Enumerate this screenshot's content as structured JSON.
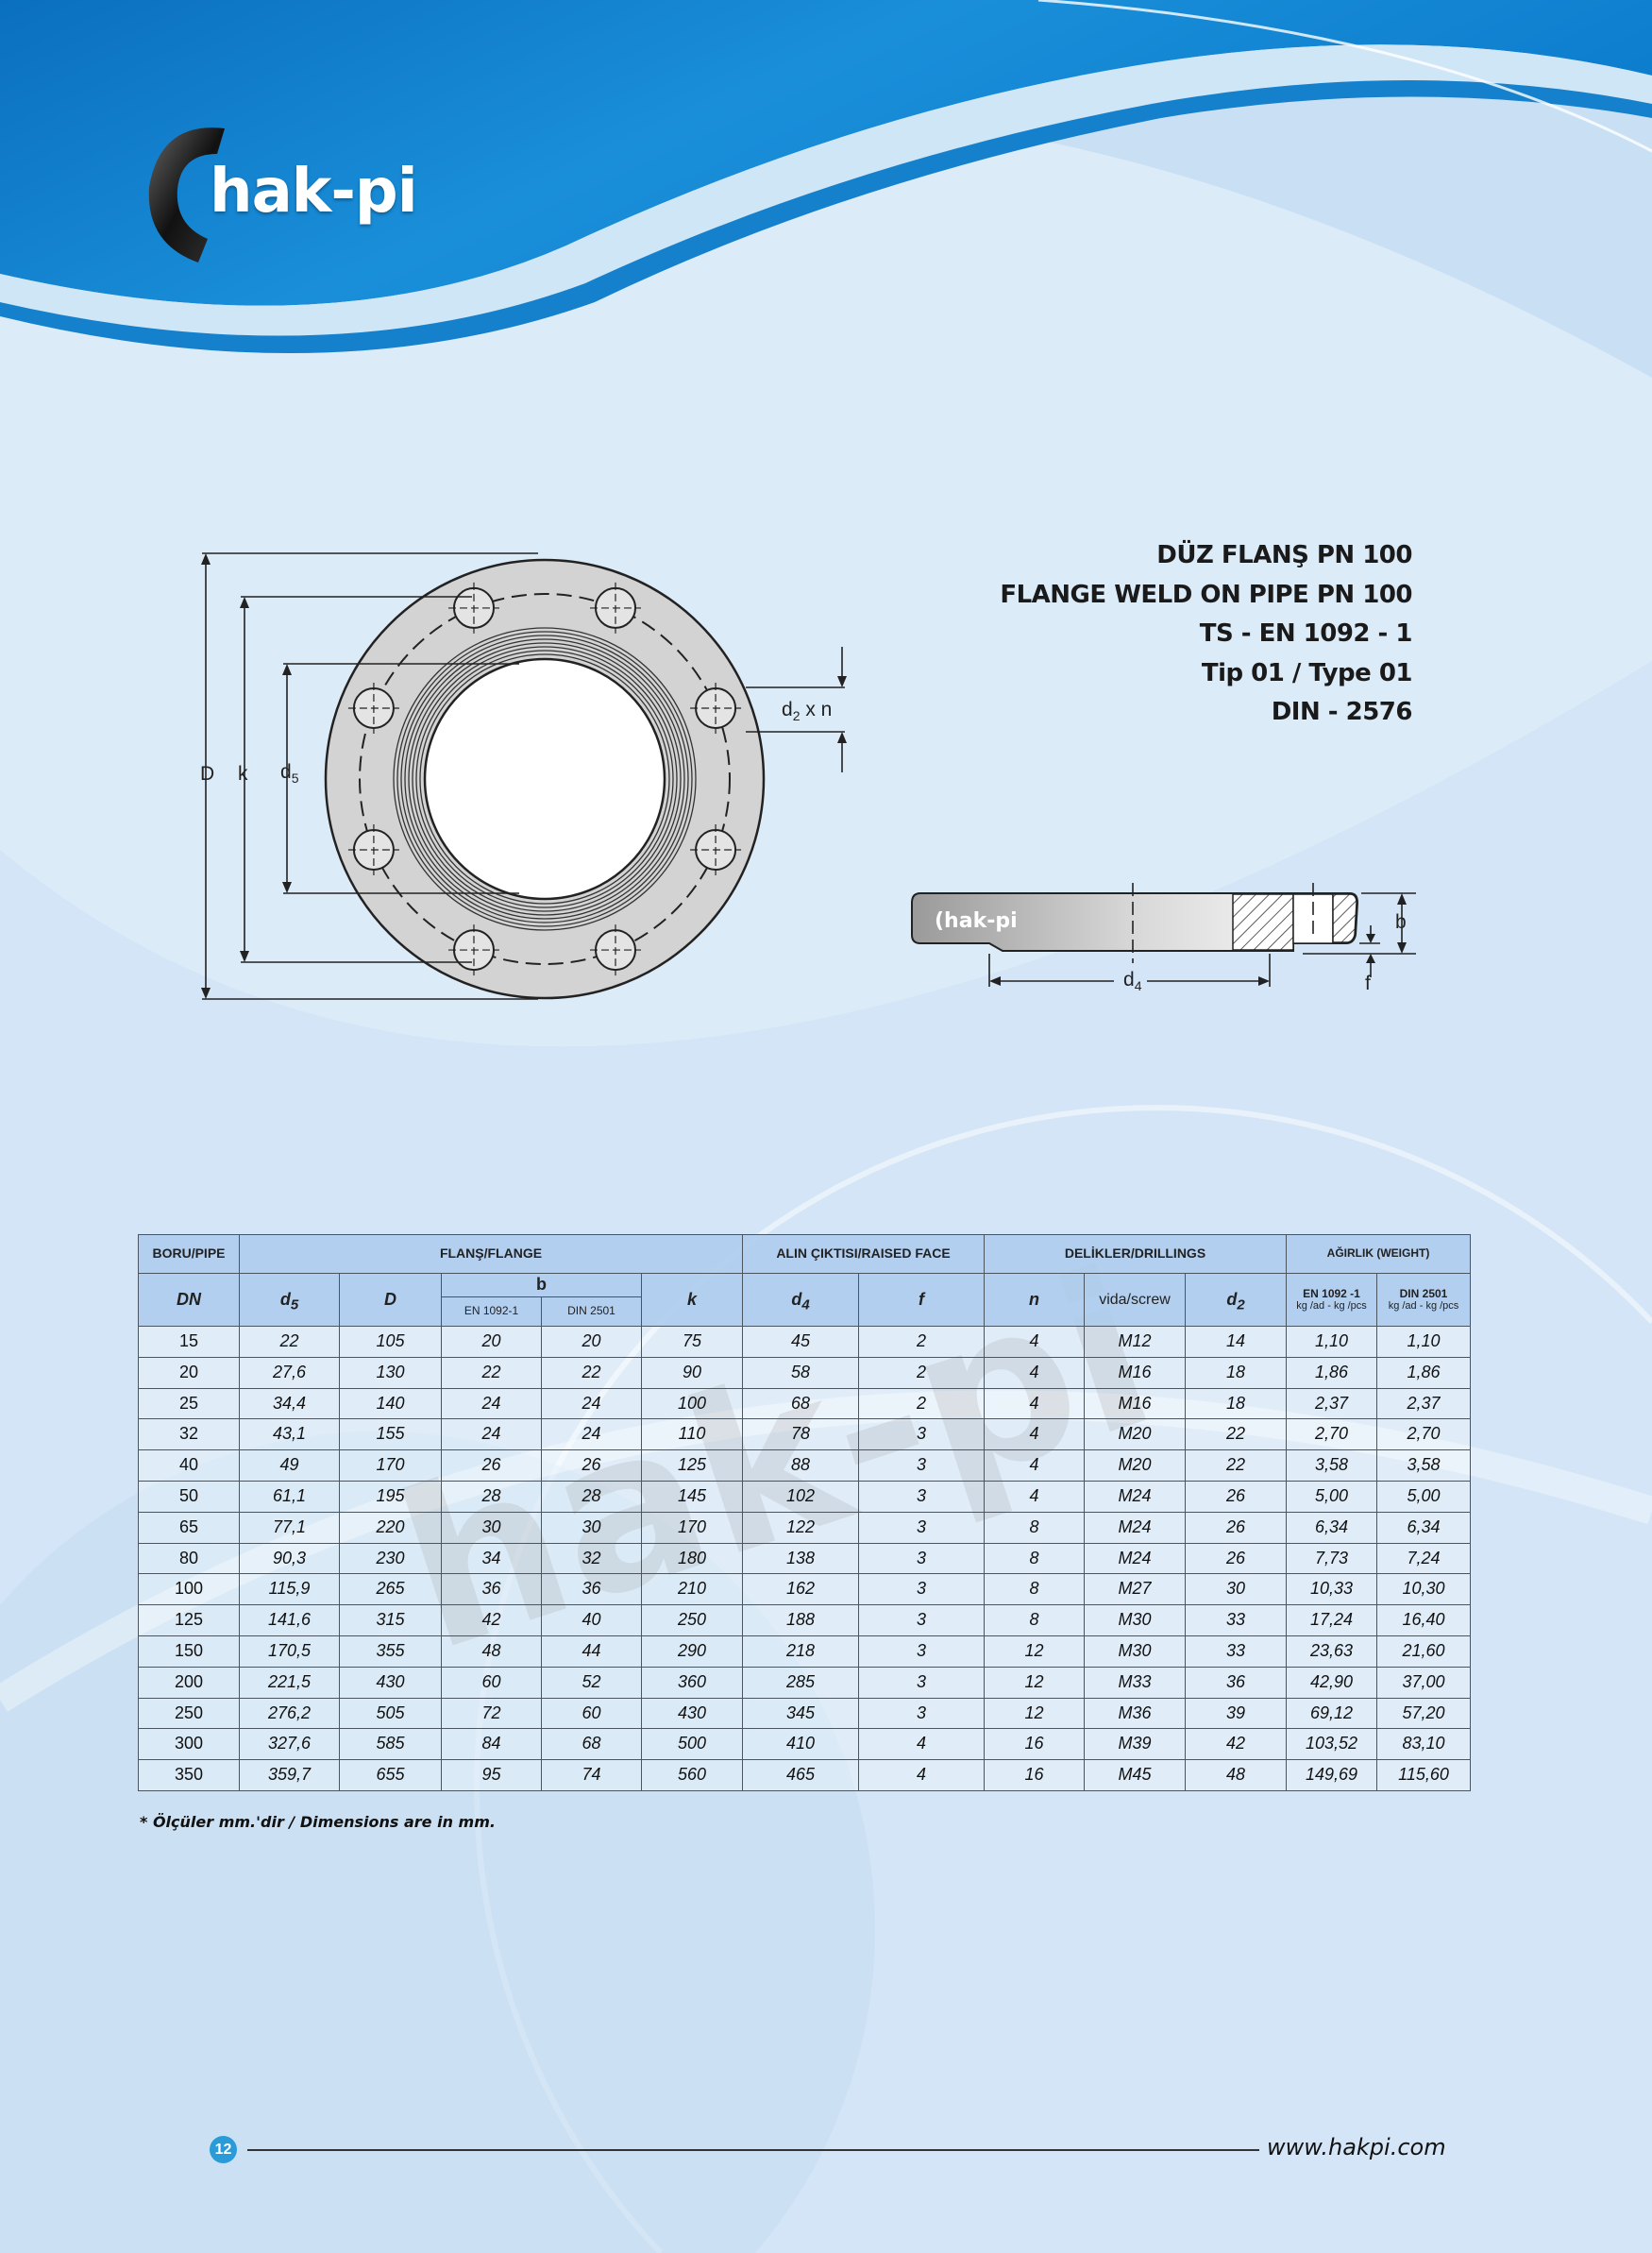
{
  "brand": {
    "logo_text": "hak-pi",
    "website": "www.hakpi.com",
    "page_number": "12",
    "watermark": "hak-pi"
  },
  "colors": {
    "header_blue": "#0a7cc9",
    "table_header": "#afcdee",
    "page_bg": "#dcebf8",
    "page_badge": "#2a9ad8"
  },
  "titles": [
    "DÜZ FLANŞ PN  100",
    "FLANGE WELD ON PIPE PN  100",
    "TS - EN 1092 - 1",
    "Tip 01 / Type 01",
    "DIN - 2576"
  ],
  "drawing": {
    "front_labels": {
      "D": "D",
      "k": "k",
      "d5_main": "d",
      "d5_sub": "5",
      "d2n_main": "d",
      "d2n_sub": "2",
      "d2n_rest": "x n"
    },
    "side_labels": {
      "d4_main": "d",
      "d4_sub": "4",
      "b": "b",
      "f": "f"
    }
  },
  "table": {
    "groups": {
      "pipe": "BORU/PIPE",
      "flange": "FLANŞ/FLANGE",
      "raised_face": "ALIN ÇIKTISI/RAISED FACE",
      "drillings": "DELİKLER/DRILLINGS",
      "weight": "AĞIRLIK    (WEIGHT)"
    },
    "columns": {
      "dn": "DN",
      "d5": {
        "main": "d",
        "sub": "5"
      },
      "D": "D",
      "b": "b",
      "b_en": "EN 1092-1",
      "b_din": "DIN 2501",
      "k": "k",
      "d4": {
        "main": "d",
        "sub": "4"
      },
      "f": "f",
      "n": "n",
      "screw": "vida/screw",
      "d2": {
        "main": "d",
        "sub": "2"
      },
      "w_en": "EN 1092 -1",
      "w_en_unit": "kg /ad - kg /pcs",
      "w_din": "DIN 2501",
      "w_din_unit": "kg /ad - kg /pcs"
    },
    "rows": [
      [
        "15",
        "22",
        "105",
        "20",
        "20",
        "75",
        "45",
        "2",
        "4",
        "M12",
        "14",
        "1,10",
        "1,10"
      ],
      [
        "20",
        "27,6",
        "130",
        "22",
        "22",
        "90",
        "58",
        "2",
        "4",
        "M16",
        "18",
        "1,86",
        "1,86"
      ],
      [
        "25",
        "34,4",
        "140",
        "24",
        "24",
        "100",
        "68",
        "2",
        "4",
        "M16",
        "18",
        "2,37",
        "2,37"
      ],
      [
        "32",
        "43,1",
        "155",
        "24",
        "24",
        "110",
        "78",
        "3",
        "4",
        "M20",
        "22",
        "2,70",
        "2,70"
      ],
      [
        "40",
        "49",
        "170",
        "26",
        "26",
        "125",
        "88",
        "3",
        "4",
        "M20",
        "22",
        "3,58",
        "3,58"
      ],
      [
        "50",
        "61,1",
        "195",
        "28",
        "28",
        "145",
        "102",
        "3",
        "4",
        "M24",
        "26",
        "5,00",
        "5,00"
      ],
      [
        "65",
        "77,1",
        "220",
        "30",
        "30",
        "170",
        "122",
        "3",
        "8",
        "M24",
        "26",
        "6,34",
        "6,34"
      ],
      [
        "80",
        "90,3",
        "230",
        "34",
        "32",
        "180",
        "138",
        "3",
        "8",
        "M24",
        "26",
        "7,73",
        "7,24"
      ],
      [
        "100",
        "115,9",
        "265",
        "36",
        "36",
        "210",
        "162",
        "3",
        "8",
        "M27",
        "30",
        "10,33",
        "10,30"
      ],
      [
        "125",
        "141,6",
        "315",
        "42",
        "40",
        "250",
        "188",
        "3",
        "8",
        "M30",
        "33",
        "17,24",
        "16,40"
      ],
      [
        "150",
        "170,5",
        "355",
        "48",
        "44",
        "290",
        "218",
        "3",
        "12",
        "M30",
        "33",
        "23,63",
        "21,60"
      ],
      [
        "200",
        "221,5",
        "430",
        "60",
        "52",
        "360",
        "285",
        "3",
        "12",
        "M33",
        "36",
        "42,90",
        "37,00"
      ],
      [
        "250",
        "276,2",
        "505",
        "72",
        "60",
        "430",
        "345",
        "3",
        "12",
        "M36",
        "39",
        "69,12",
        "57,20"
      ],
      [
        "300",
        "327,6",
        "585",
        "84",
        "68",
        "500",
        "410",
        "4",
        "16",
        "M39",
        "42",
        "103,52",
        "83,10"
      ],
      [
        "350",
        "359,7",
        "655",
        "95",
        "74",
        "560",
        "465",
        "4",
        "16",
        "M45",
        "48",
        "149,69",
        "115,60"
      ]
    ],
    "note": "* Ölçüler mm.'dir / Dimensions are in mm."
  }
}
